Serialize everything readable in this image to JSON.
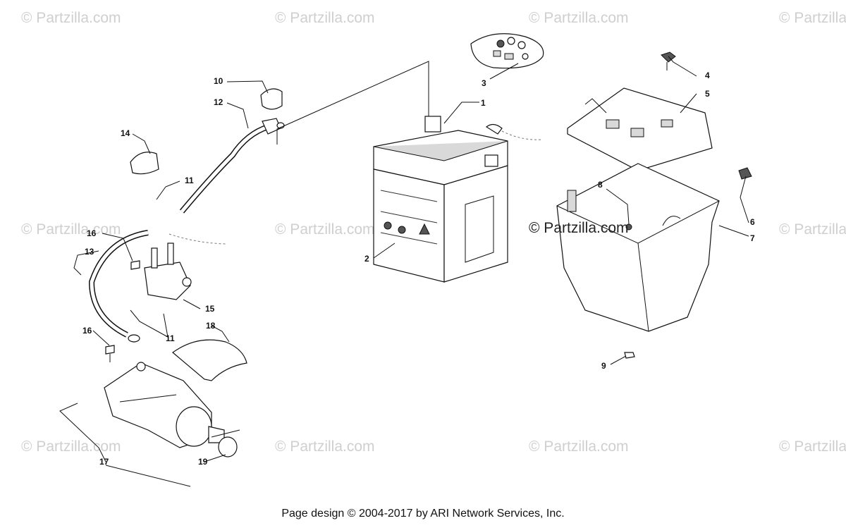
{
  "watermark": {
    "text": "© Partzilla.com",
    "center_text": "© Partzilla.com"
  },
  "callouts": [
    "1",
    "2",
    "3",
    "4",
    "5",
    "6",
    "7",
    "8",
    "9",
    "10",
    "11",
    "12",
    "13",
    "14",
    "15",
    "16",
    "16",
    "17",
    "18",
    "19",
    "11"
  ],
  "footer": "Page design © 2004-2017 by ARI Network Services, Inc."
}
